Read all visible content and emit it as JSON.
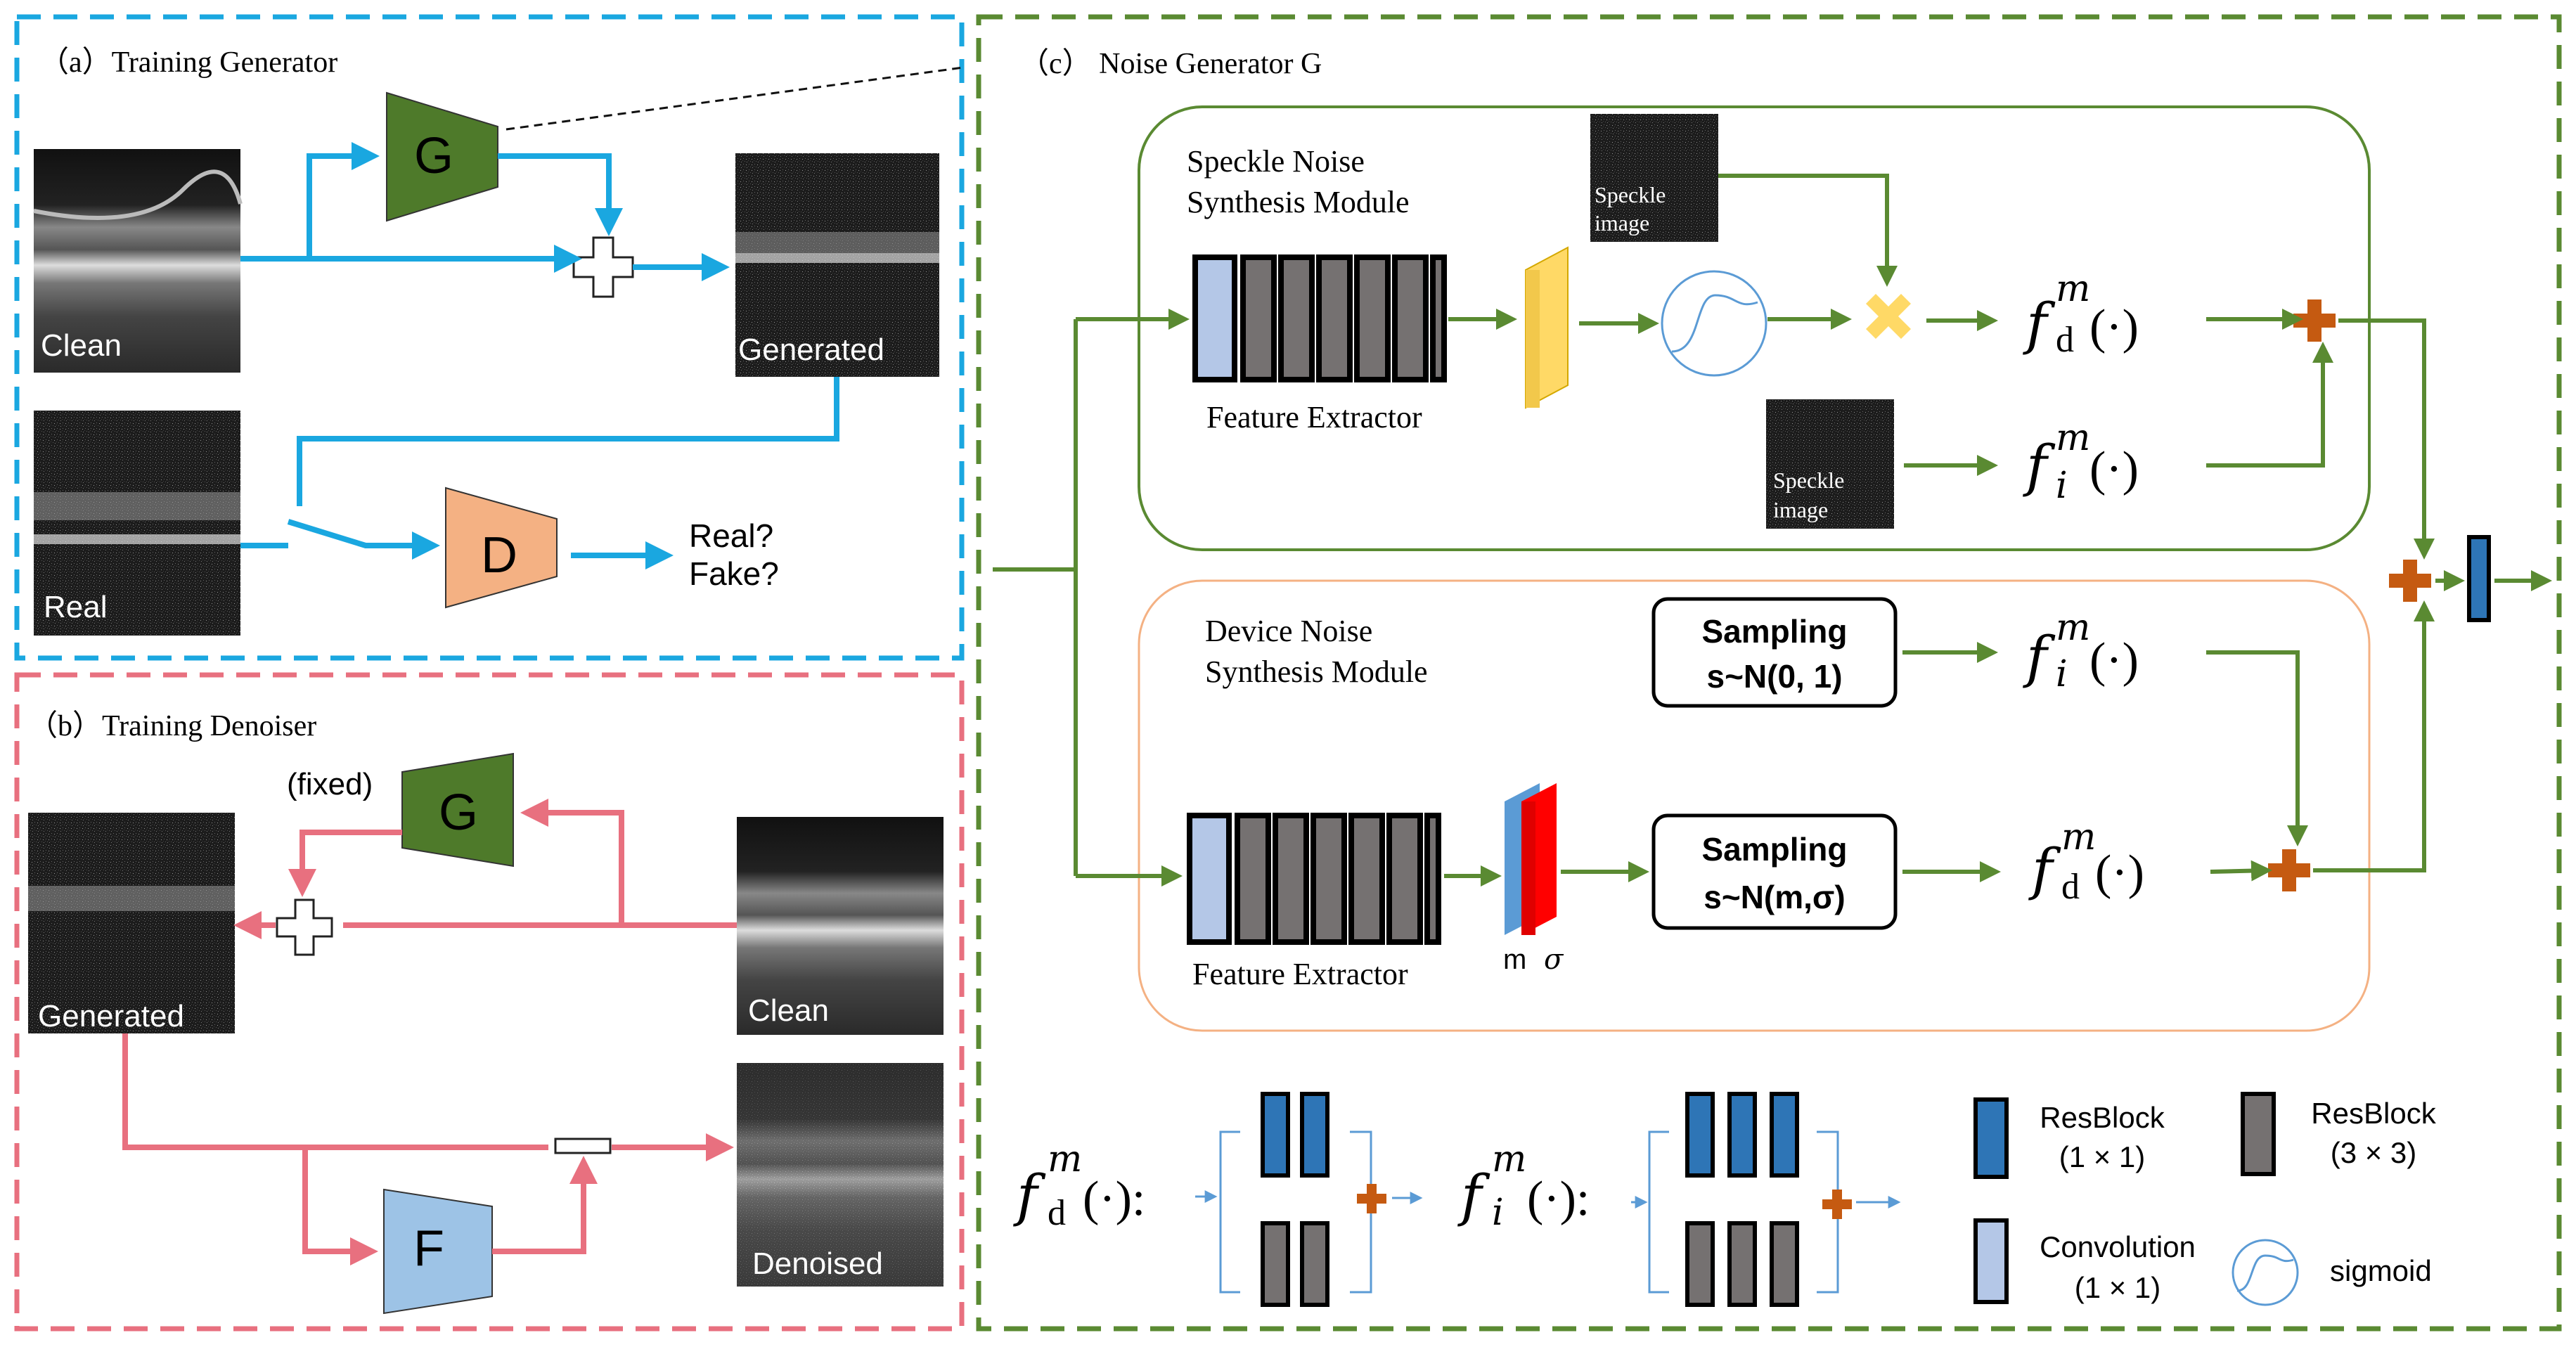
{
  "panel_a": {
    "title": "（a）Training Generator",
    "generator_label": "G",
    "discriminator_label": "D",
    "clean_label": "Clean",
    "generated_label": "Generated",
    "real_label": "Real",
    "output_real": "Real?",
    "output_fake": "Fake?"
  },
  "panel_b": {
    "title": "（b）Training Denoiser",
    "fixed_label": "(fixed)",
    "generator_label": "G",
    "denoiser_label": "F",
    "generated_label": "Generated",
    "clean_label": "Clean",
    "denoised_label": "Denoised"
  },
  "panel_c": {
    "title": "（c） Noise Generator G",
    "speckle_module": {
      "title_line1": "Speckle Noise",
      "title_line2": "Synthesis Module",
      "feature_extractor": "Feature Extractor",
      "speckle_image_line1": "Speckle",
      "speckle_image_line2": "image",
      "fd_sup": "m",
      "fd_sub": "d",
      "fi_sup": "m",
      "fi_sub": "i",
      "func_arg": "(·)"
    },
    "device_module": {
      "title_line1": "Device Noise",
      "title_line2": "Synthesis Module",
      "feature_extractor": "Feature Extractor",
      "sampling_top_title": "Sampling",
      "sampling_top_formula": "s~N(0, 1)",
      "sampling_bottom_title": "Sampling",
      "sampling_bottom_formula": "s~N(m,σ)",
      "mean_label": "m",
      "sigma_label": "σ"
    },
    "legend": {
      "fd_def": "(·):",
      "fi_def": "(·):",
      "resblock_1x1": "ResBlock",
      "resblock_1x1_size": "(1 × 1)",
      "resblock_3x3": "ResBlock",
      "resblock_3x3_size": "(3 × 3)",
      "conv_1x1": "Convolution",
      "conv_1x1_size": "(1 × 1)",
      "sigmoid": "sigmoid"
    }
  },
  "colors": {
    "blue_frame": "#1aa7e0",
    "pink_frame": "#e8707f",
    "green_frame": "#5a8a32",
    "g_block": "#4e7a2a",
    "d_block": "#f4b183",
    "f_block": "#9dc3e6",
    "resblock_blue": "#2e75b6",
    "resblock_gray": "#757171",
    "conv_light": "#b4c7e7",
    "orange_plus": "#c55a11",
    "yellow_x": "#ffd966"
  }
}
